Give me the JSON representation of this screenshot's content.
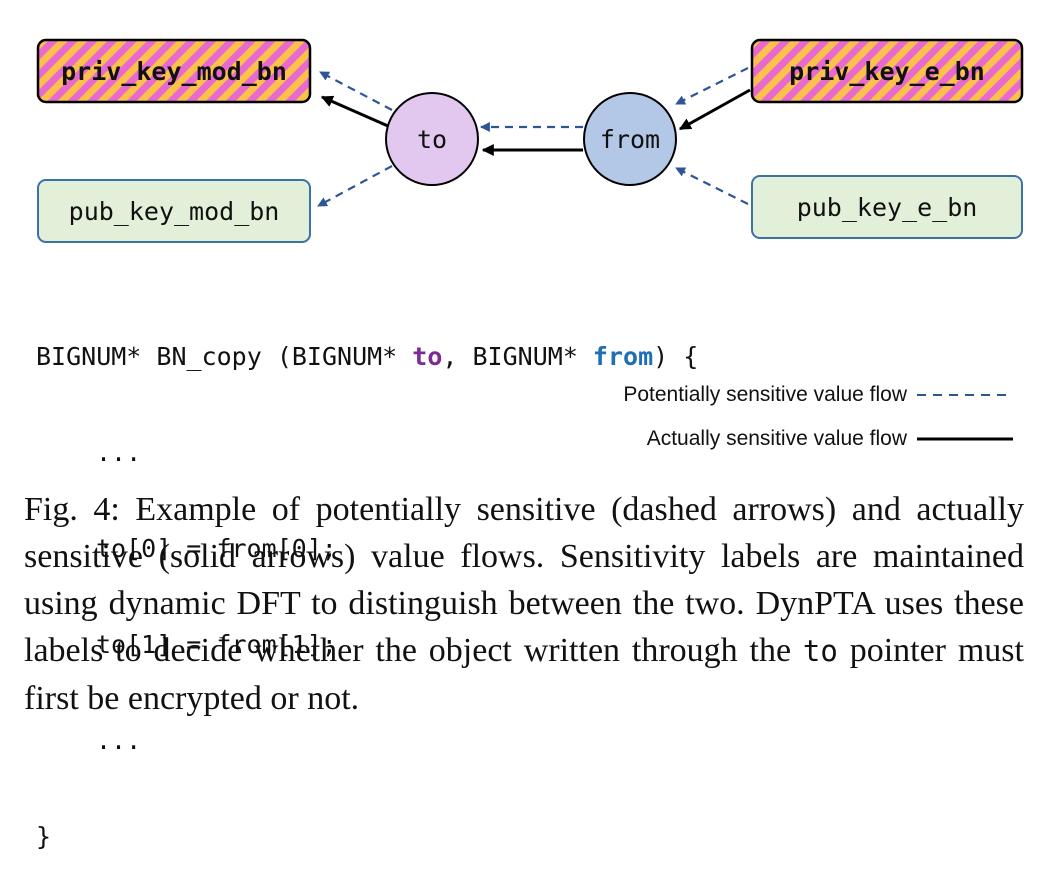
{
  "diagram": {
    "nodes": {
      "priv_key_mod_bn": "priv_key_mod_bn",
      "pub_key_mod_bn": "pub_key_mod_bn",
      "priv_key_e_bn": "priv_key_e_bn",
      "pub_key_e_bn": "pub_key_e_bn",
      "to": "to",
      "from": "from"
    },
    "edges": [
      {
        "from": "to",
        "to": "priv_key_mod_bn",
        "style": "dashed"
      },
      {
        "from": "to",
        "to": "priv_key_mod_bn",
        "style": "solid"
      },
      {
        "from": "to",
        "to": "pub_key_mod_bn",
        "style": "dashed"
      },
      {
        "from": "from",
        "to": "to",
        "style": "dashed"
      },
      {
        "from": "from",
        "to": "to",
        "style": "solid"
      },
      {
        "from": "priv_key_e_bn",
        "to": "from",
        "style": "dashed"
      },
      {
        "from": "priv_key_e_bn",
        "to": "from",
        "style": "solid"
      },
      {
        "from": "pub_key_e_bn",
        "to": "from",
        "style": "dashed"
      }
    ],
    "colors": {
      "sensitive_stripe_a": "#fbc14a",
      "sensitive_stripe_b": "#e86ad0",
      "public_fill": "#e2f0d9",
      "public_border": "#3b72a6",
      "to_fill": "#e2c7ef",
      "from_fill": "#b3c7e6",
      "dashed_arrow": "#2f5597",
      "solid_arrow": "#000000"
    }
  },
  "code": {
    "sig_pre": "BIGNUM* BN_copy (BIGNUM* ",
    "sig_to": "to",
    "sig_mid": ", BIGNUM* ",
    "sig_from": "from",
    "sig_post": ") {",
    "ellipsis1": "...",
    "line1": "to[0] = from[0];",
    "line2": "to[1] = from[1];",
    "ellipsis2": "...",
    "close": "}"
  },
  "legend": {
    "potential": "Potentially sensitive value flow",
    "actual": "Actually sensitive value flow"
  },
  "caption": {
    "part1": "Fig. 4: Example of potentially sensitive (dashed arrows) and actually sensitive (solid arrows) value flows. Sensitivity labels are maintained using dynamic DFT to distinguish between the two. DynPTA uses these labels to decide whether the object written through the ",
    "code": "to",
    "part2": " pointer must first be encrypted or not."
  }
}
